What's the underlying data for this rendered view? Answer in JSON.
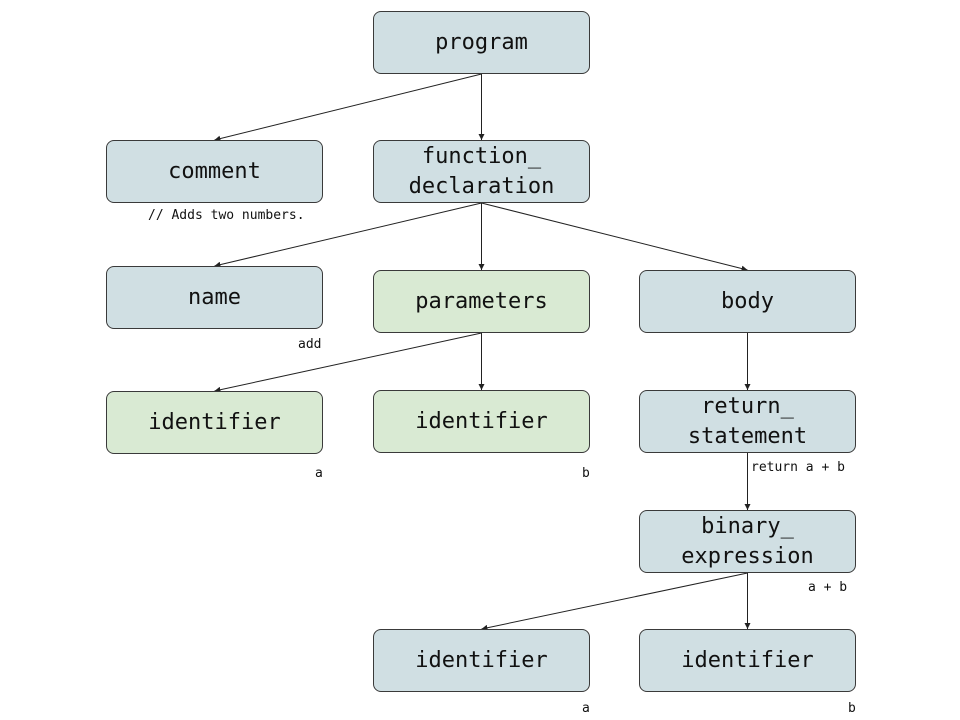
{
  "colors": {
    "node_default": "#d0dfe3",
    "node_highlight": "#d9ead3",
    "border": "#3a3a3a",
    "edge": "#222222"
  },
  "nodes": [
    {
      "id": "n-program",
      "label": "program",
      "style": "default"
    },
    {
      "id": "n-comment",
      "label": "comment",
      "style": "default",
      "annotation": "// Adds two numbers."
    },
    {
      "id": "n-function",
      "label": "function_\ndeclaration",
      "style": "default"
    },
    {
      "id": "n-name",
      "label": "name",
      "style": "default",
      "annotation": "add"
    },
    {
      "id": "n-parameters",
      "label": "parameters",
      "style": "highlight"
    },
    {
      "id": "n-body",
      "label": "body",
      "style": "default"
    },
    {
      "id": "n-ident-a",
      "label": "identifier",
      "style": "highlight",
      "annotation": "a"
    },
    {
      "id": "n-ident-b",
      "label": "identifier",
      "style": "highlight",
      "annotation": "b"
    },
    {
      "id": "n-return",
      "label": "return_\nstatement",
      "style": "default",
      "annotation": "return a + b"
    },
    {
      "id": "n-binary",
      "label": "binary_\nexpression",
      "style": "default",
      "annotation": "a + b"
    },
    {
      "id": "n-ident-a2",
      "label": "identifier",
      "style": "default",
      "annotation": "a"
    },
    {
      "id": "n-ident-b2",
      "label": "identifier",
      "style": "default",
      "annotation": "b"
    }
  ],
  "edges": [
    {
      "from": "n-program",
      "to": "n-comment"
    },
    {
      "from": "n-program",
      "to": "n-function"
    },
    {
      "from": "n-function",
      "to": "n-name"
    },
    {
      "from": "n-function",
      "to": "n-parameters"
    },
    {
      "from": "n-function",
      "to": "n-body"
    },
    {
      "from": "n-parameters",
      "to": "n-ident-a"
    },
    {
      "from": "n-parameters",
      "to": "n-ident-b"
    },
    {
      "from": "n-body",
      "to": "n-return"
    },
    {
      "from": "n-return",
      "to": "n-binary"
    },
    {
      "from": "n-binary",
      "to": "n-ident-a2"
    },
    {
      "from": "n-binary",
      "to": "n-ident-b2"
    }
  ]
}
